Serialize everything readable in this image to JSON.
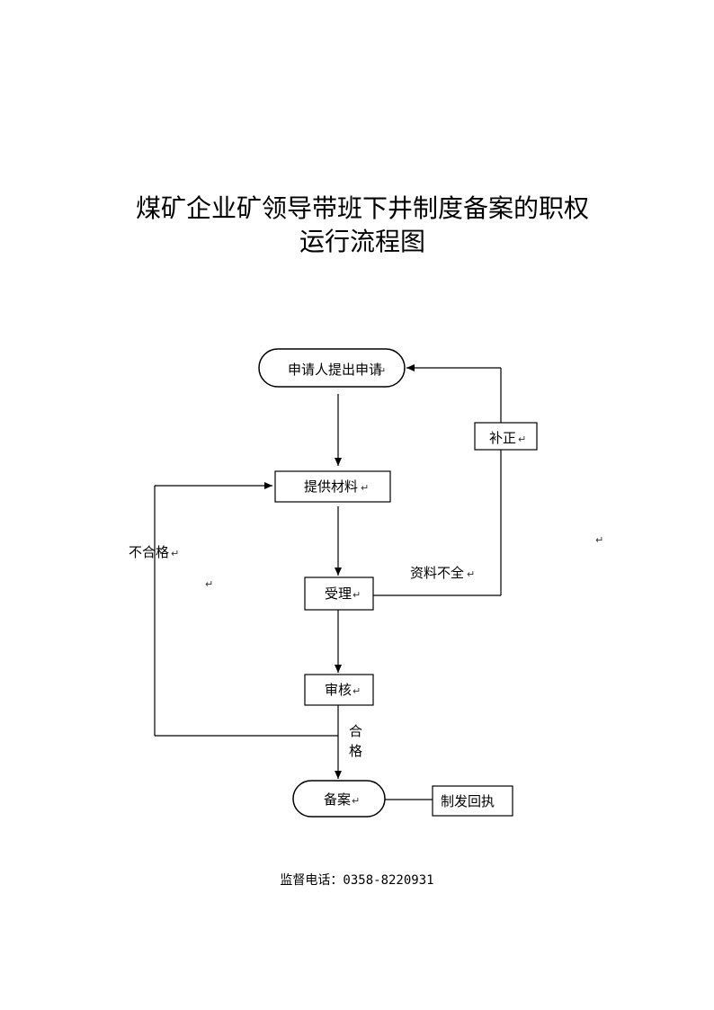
{
  "title": {
    "line1": "煤矿企业矿领导带班下井制度备案的职权",
    "line2": "运行流程图"
  },
  "nodes": {
    "apply": "申请人提出申请",
    "materials": "提供材料",
    "accept": "受理",
    "review": "审核",
    "filing": "备案",
    "receipt": "制发回执",
    "correct": "补正"
  },
  "edges": {
    "incomplete": "资料不全",
    "unqualified": "不合格",
    "qualified_1": "合",
    "qualified_2": "格"
  },
  "mark": "↵",
  "footer": {
    "supervision": "监督电话：0358-8220931"
  }
}
